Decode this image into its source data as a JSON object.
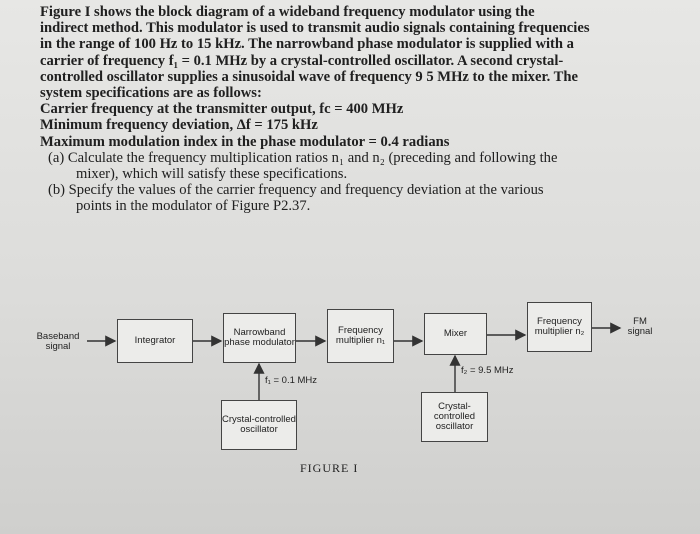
{
  "text": {
    "line1": "Figure  I     shows the block diagram of a wideband frequency modulator using the",
    "line2": "indirect method. This modulator is used to transmit audio signals containing frequencies",
    "line3": "in the range of 100 Hz to 15 kHz. The narrowband phase modulator is supplied with a",
    "line4": "carrier of frequency f₁ = 0.1 MHz by a crystal-controlled oscillator. A second crystal-",
    "line5": "controlled oscillator supplies a sinusoidal wave of frequency 9 5 MHz to the mixer. The",
    "line6": "system specifications are as follows:",
    "spec1": "Carrier frequency at the transmitter output, fc = 400 MHz",
    "spec2": "Minimum frequency deviation, Δf = 175 kHz",
    "spec3": "Maximum modulation index in the phase modulator = 0.4 radians",
    "qa1": "(a) Calculate the frequency multiplication ratios n₁ and n₂ (preceding and following the",
    "qa2": "mixer), which will satisfy these specifications.",
    "qb1": "(b) Specify the values of the carrier frequency and frequency deviation at the various",
    "qb2": "points in the modulator of Figure P2.37."
  },
  "diagram": {
    "input_label": "Baseband signal",
    "integrator": "Integrator",
    "modulator": "Narrowband phase modulator",
    "multiplier1": "Frequency multiplier n₁",
    "mixer": "Mixer",
    "multiplier2": "Frequency multiplier n₂",
    "output_label": "FM signal",
    "f1_label": "f₁ = 0.1 MHz",
    "f2_label": "f₂ = 9.5 MHz",
    "osc1": "Crystal-controlled oscillator",
    "osc2": "Crystal-controlled oscillator",
    "caption": "FIGURE  I"
  }
}
